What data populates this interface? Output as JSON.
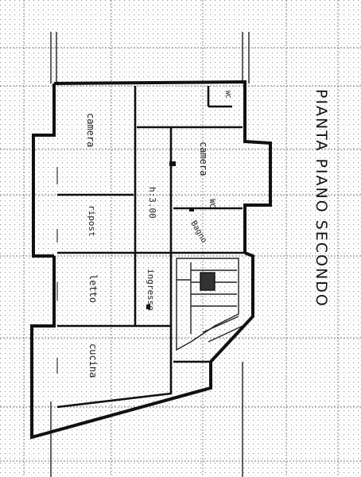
{
  "title": "PIANTA PIANO SECONDO",
  "rooms": {
    "camera_left": "camera",
    "camera_right": "camera",
    "ripost": "ripost",
    "letto": "letto",
    "ingresso": "ingresso",
    "cucina": "cucina",
    "bagno": "Bagno",
    "wc": "WC",
    "wc_small": "WC"
  },
  "height_label": "h:3.00",
  "colors": {
    "wall": "#111111",
    "grid": "#8a8a8a",
    "paper": "#ffffff"
  }
}
